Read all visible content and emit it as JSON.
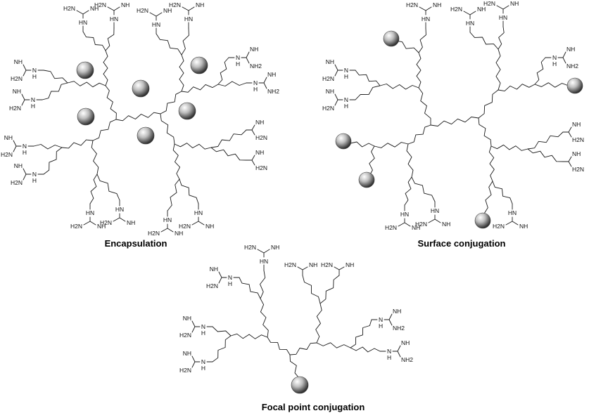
{
  "captions": {
    "encapsulation": "Encapsulation",
    "surface": "Surface conjugation",
    "focal": "Focal point conjugation"
  },
  "atom_labels": {
    "imine": "NH",
    "amine": "H2N",
    "amine_right": "NH2",
    "amide_n": "N",
    "hn": "HN",
    "h": "H"
  },
  "colors": {
    "bond": "#1a1a1a",
    "cargo_light": "#f4f4f4",
    "cargo_dark": "#3a3a3a"
  },
  "icons": {
    "cargo": "sphere-icon"
  }
}
